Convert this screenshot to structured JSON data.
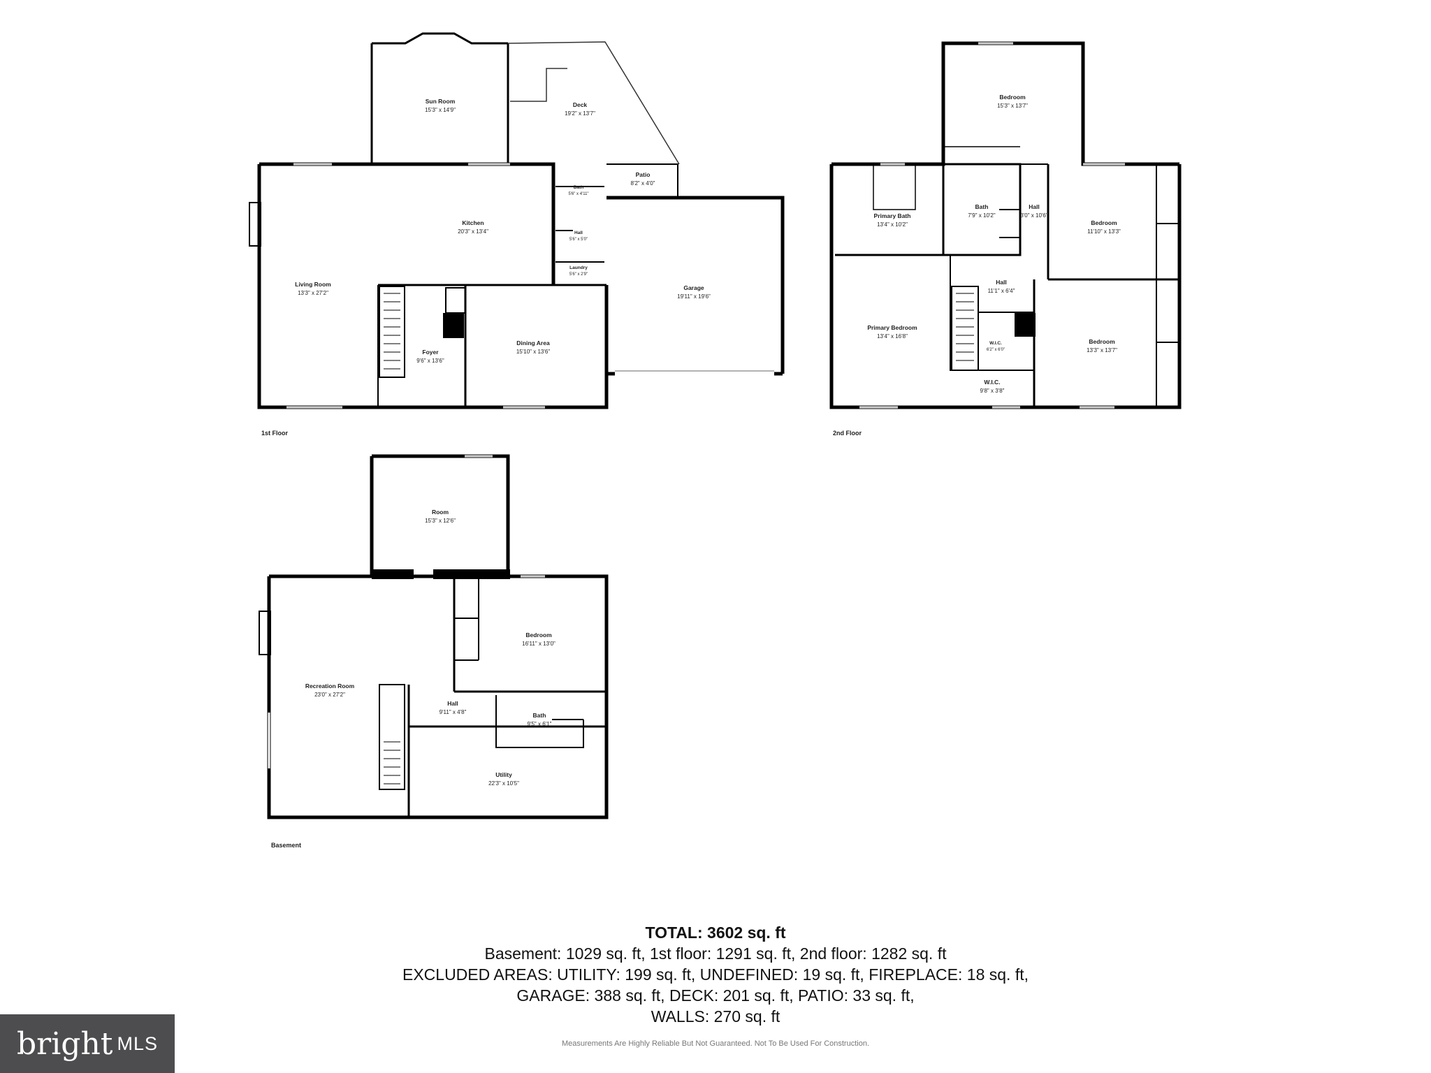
{
  "floors": {
    "first": "1st Floor",
    "second": "2nd Floor",
    "basement": "Basement"
  },
  "rooms": {
    "sun_room": {
      "name": "Sun Room",
      "dim": "15'3\" x 14'9\""
    },
    "deck": {
      "name": "Deck",
      "dim": "19'2\" x 13'7\""
    },
    "patio": {
      "name": "Patio",
      "dim": "8'2\" x 4'0\""
    },
    "bath_1": {
      "name": "Bath",
      "dim": "5'6\" x 4'11\""
    },
    "hall_1": {
      "name": "Hall",
      "dim": "5'6\" x 5'0\""
    },
    "laundry": {
      "name": "Laundry",
      "dim": "5'6\" x 2'9\""
    },
    "kitchen": {
      "name": "Kitchen",
      "dim": "20'3\" x 13'4\""
    },
    "living_room": {
      "name": "Living Room",
      "dim": "13'3\" x 27'2\""
    },
    "foyer": {
      "name": "Foyer",
      "dim": "9'6\" x 13'6\""
    },
    "dining_area": {
      "name": "Dining Area",
      "dim": "15'10\" x 13'6\""
    },
    "garage": {
      "name": "Garage",
      "dim": "19'11\" x 19'6\""
    },
    "bedroom_top": {
      "name": "Bedroom",
      "dim": "15'3\" x 13'7\""
    },
    "primary_bath": {
      "name": "Primary Bath",
      "dim": "13'4\" x 10'2\""
    },
    "bath_2": {
      "name": "Bath",
      "dim": "7'9\" x 10'2\""
    },
    "hall_2a": {
      "name": "Hall",
      "dim": "3'0\" x 10'6\""
    },
    "bedroom_right1": {
      "name": "Bedroom",
      "dim": "11'10\" x 13'3\""
    },
    "hall_2b": {
      "name": "Hall",
      "dim": "11'1\" x 6'4\""
    },
    "primary_bedroom": {
      "name": "Primary Bedroom",
      "dim": "13'4\" x 16'8\""
    },
    "wic_1": {
      "name": "W.I.C.",
      "dim": "6'2\" x 6'0\""
    },
    "wic_2": {
      "name": "W.I.C.",
      "dim": "9'8\" x 3'8\""
    },
    "bedroom_right2": {
      "name": "Bedroom",
      "dim": "13'3\" x 13'7\""
    },
    "room_b": {
      "name": "Room",
      "dim": "15'3\" x 12'6\""
    },
    "bedroom_b": {
      "name": "Bedroom",
      "dim": "16'11\" x 13'0\""
    },
    "recreation": {
      "name": "Recreation Room",
      "dim": "23'0\" x 27'2\""
    },
    "hall_b": {
      "name": "Hall",
      "dim": "9'11\" x 4'8\""
    },
    "bath_b": {
      "name": "Bath",
      "dim": "9'5\" x 6'1\""
    },
    "utility": {
      "name": "Utility",
      "dim": "22'3\" x 10'5\""
    }
  },
  "summary": {
    "total": "TOTAL: 3602 sq. ft",
    "line1": "Basement: 1029 sq. ft, 1st floor: 1291 sq. ft, 2nd floor: 1282 sq. ft",
    "line2": "EXCLUDED AREAS: UTILITY: 199 sq. ft, UNDEFINED: 19 sq. ft, FIREPLACE: 18 sq. ft,",
    "line3": "GARAGE: 388 sq. ft, DECK: 201 sq. ft, PATIO: 33 sq. ft,",
    "line4": "WALLS: 270 sq. ft"
  },
  "disclaimer": "Measurements Are Highly Reliable But Not Guaranteed. Not To Be Used For Construction.",
  "logo": {
    "brand": "bright",
    "suffix": "MLS",
    "brand_color": "#4d4d4f",
    "dot_color": "#e2231a"
  }
}
